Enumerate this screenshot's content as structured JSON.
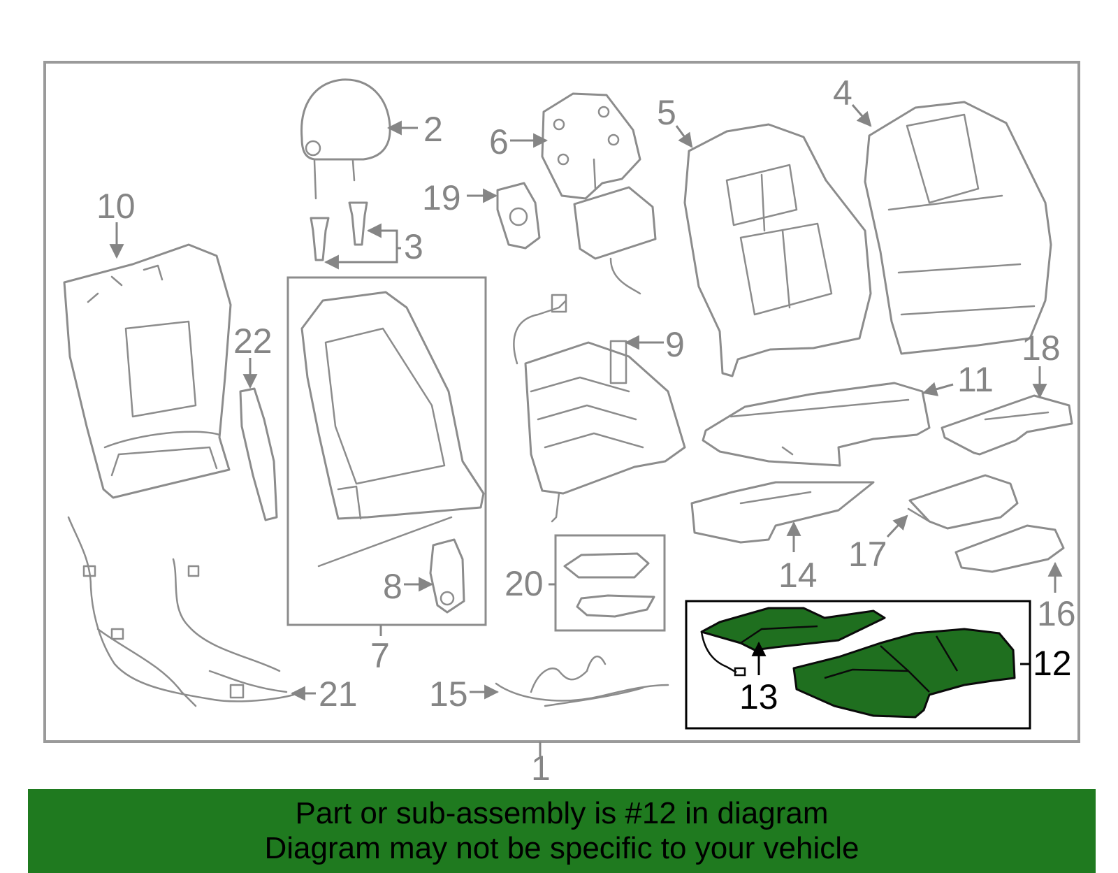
{
  "diagram": {
    "labels": {
      "p1": "1",
      "p2": "2",
      "p3": "3",
      "p4": "4",
      "p5": "5",
      "p6": "6",
      "p7": "7",
      "p8": "8",
      "p9": "9",
      "p10": "10",
      "p11": "11",
      "p12": "12",
      "p13": "13",
      "p14": "14",
      "p15": "15",
      "p16": "16",
      "p17": "17",
      "p18": "18",
      "p19": "19",
      "p20": "20",
      "p21": "21",
      "p22": "22"
    },
    "highlighted_part": "12",
    "colors": {
      "highlight_fill": "#1f6f1f",
      "line": "#8c8c8c",
      "label": "#858585",
      "banner": "#1f7a1f"
    }
  },
  "banner": {
    "line1": "Part or sub-assembly is #12 in diagram",
    "line2": "Diagram may not be specific to your vehicle"
  }
}
